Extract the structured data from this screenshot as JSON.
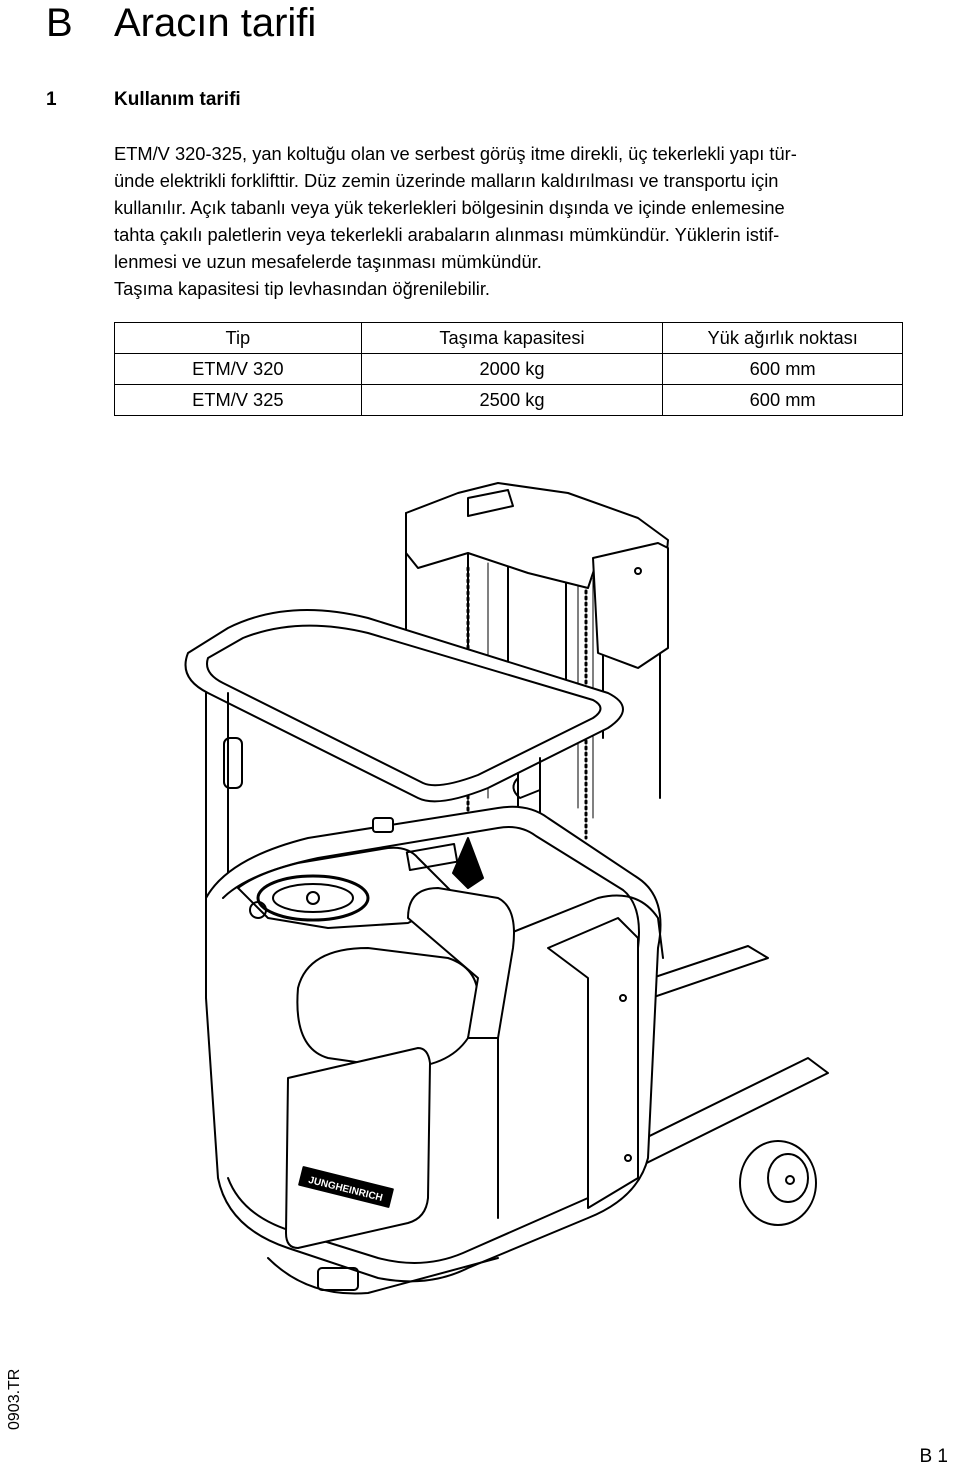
{
  "header": {
    "chapter_letter": "B",
    "chapter_title": "Aracın tarifi"
  },
  "section": {
    "number": "1",
    "title": "Kullanım tarifi"
  },
  "paragraph_lines": [
    "ETM/V 320-325, yan koltuğu olan ve serbest görüş itme direkli, üç tekerlekli yapı tür-",
    "ünde elektrikli forklifttir. Düz zemin üzerinde malların kaldırılması ve transportu için",
    "kullanılır. Açık tabanlı veya yük tekerlekleri bölgesinin dışında ve içinde enlemesine",
    "tahta çakılı paletlerin veya tekerlekli arabaların alınması mümkündür. Yüklerin istif-",
    "lenmesi ve uzun mesafelerde taşınması mümkündür.",
    "Taşıma kapasitesi tip levhasından öğrenilebilir."
  ],
  "table": {
    "headers": [
      "Tip",
      "Taşıma kapasitesi",
      "Yük ağırlık noktası"
    ],
    "rows": [
      [
        "ETM/V 320",
        "2000 kg",
        "600 mm"
      ],
      [
        "ETM/V 325",
        "2500 kg",
        "600 mm"
      ]
    ]
  },
  "figure": {
    "brand_text": "JUNGHEINRICH"
  },
  "footer": {
    "doc_code": "0903.TR",
    "page_number": "B 1"
  }
}
